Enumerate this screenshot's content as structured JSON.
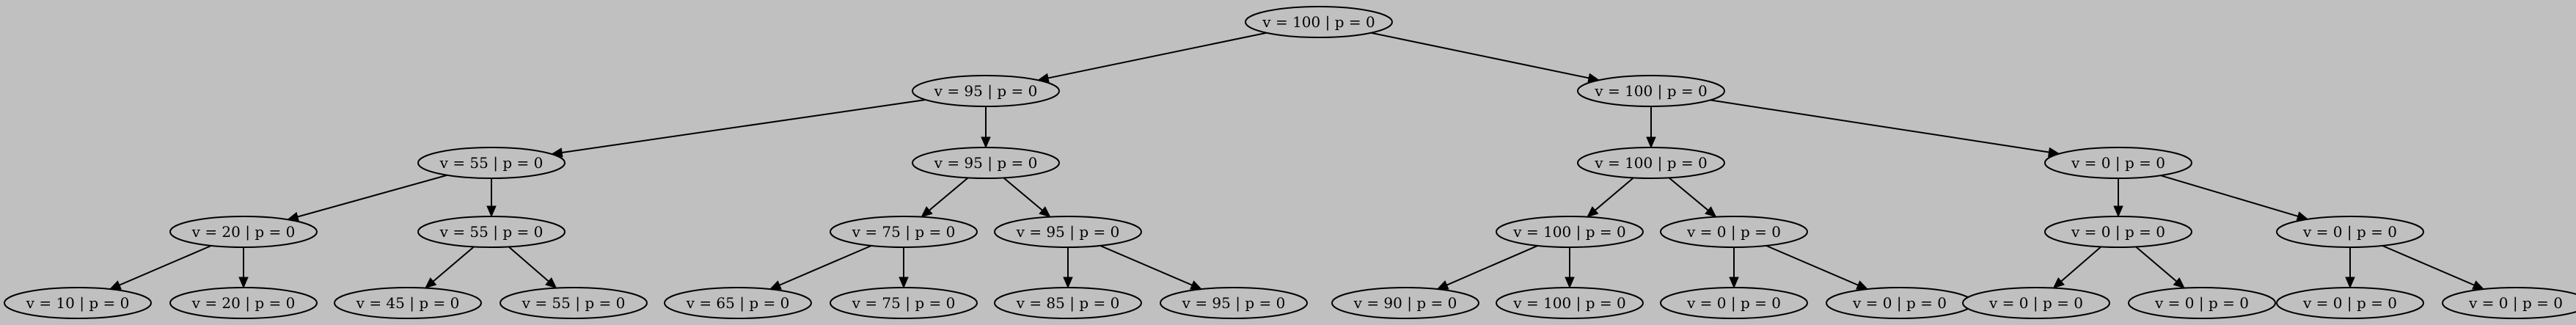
{
  "tree": {
    "nodes": [
      {
        "id": "n0",
        "label": "v = 100 | p = 0"
      },
      {
        "id": "n1",
        "label": "v = 95 | p = 0"
      },
      {
        "id": "n2",
        "label": "v = 100 | p = 0"
      },
      {
        "id": "n3",
        "label": "v = 55 | p = 0"
      },
      {
        "id": "n4",
        "label": "v = 95 | p = 0"
      },
      {
        "id": "n5",
        "label": "v = 100 | p = 0"
      },
      {
        "id": "n6",
        "label": "v = 0 | p = 0"
      },
      {
        "id": "n7",
        "label": "v = 20 | p = 0"
      },
      {
        "id": "n8",
        "label": "v = 55 | p = 0"
      },
      {
        "id": "n9",
        "label": "v = 75 | p = 0"
      },
      {
        "id": "n10",
        "label": "v = 95 | p = 0"
      },
      {
        "id": "n11",
        "label": "v = 100 | p = 0"
      },
      {
        "id": "n12",
        "label": "v = 0 | p = 0"
      },
      {
        "id": "n13",
        "label": "v = 0 | p = 0"
      },
      {
        "id": "n14",
        "label": "v = 0 | p = 0"
      },
      {
        "id": "n15",
        "label": "v = 10 | p = 0"
      },
      {
        "id": "n16",
        "label": "v = 20 | p = 0"
      },
      {
        "id": "n17",
        "label": "v = 45 | p = 0"
      },
      {
        "id": "n18",
        "label": "v = 55 | p = 0"
      },
      {
        "id": "n19",
        "label": "v = 65 | p = 0"
      },
      {
        "id": "n20",
        "label": "v = 75 | p = 0"
      },
      {
        "id": "n21",
        "label": "v = 85 | p = 0"
      },
      {
        "id": "n22",
        "label": "v = 95 | p = 0"
      },
      {
        "id": "n23",
        "label": "v = 90 | p = 0"
      },
      {
        "id": "n24",
        "label": "v = 100 | p = 0"
      },
      {
        "id": "n25",
        "label": "v = 0 | p = 0"
      },
      {
        "id": "n26",
        "label": "v = 0 | p = 0"
      },
      {
        "id": "n27",
        "label": "v = 0 | p = 0"
      },
      {
        "id": "n28",
        "label": "v = 0 | p = 0"
      },
      {
        "id": "n29",
        "label": "v = 0 | p = 0"
      },
      {
        "id": "n30",
        "label": "v = 0 | p = 0"
      }
    ],
    "edges": [
      [
        "n0",
        "n1"
      ],
      [
        "n0",
        "n2"
      ],
      [
        "n1",
        "n3"
      ],
      [
        "n1",
        "n4"
      ],
      [
        "n2",
        "n5"
      ],
      [
        "n2",
        "n6"
      ],
      [
        "n3",
        "n7"
      ],
      [
        "n3",
        "n8"
      ],
      [
        "n4",
        "n9"
      ],
      [
        "n4",
        "n10"
      ],
      [
        "n5",
        "n11"
      ],
      [
        "n5",
        "n12"
      ],
      [
        "n6",
        "n13"
      ],
      [
        "n6",
        "n14"
      ],
      [
        "n7",
        "n15"
      ],
      [
        "n7",
        "n16"
      ],
      [
        "n8",
        "n17"
      ],
      [
        "n8",
        "n18"
      ],
      [
        "n9",
        "n19"
      ],
      [
        "n9",
        "n20"
      ],
      [
        "n10",
        "n21"
      ],
      [
        "n10",
        "n22"
      ],
      [
        "n11",
        "n23"
      ],
      [
        "n11",
        "n24"
      ],
      [
        "n12",
        "n25"
      ],
      [
        "n12",
        "n26"
      ],
      [
        "n13",
        "n27"
      ],
      [
        "n13",
        "n28"
      ],
      [
        "n14",
        "n29"
      ],
      [
        "n14",
        "n30"
      ]
    ]
  },
  "colors": {
    "background": "#c0c0c0",
    "stroke": "#000000",
    "text": "#000000"
  }
}
